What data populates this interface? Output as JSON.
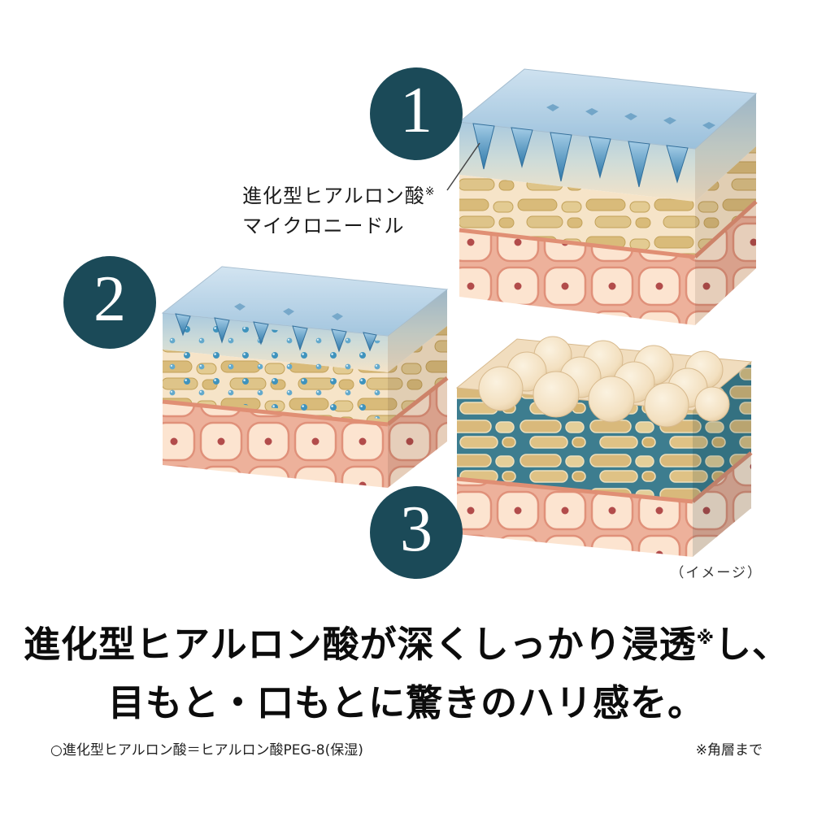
{
  "colors": {
    "background": "#ffffff",
    "step_circle": "#1b4a58",
    "step_number": "#ffffff",
    "headline_text": "#0c0c0c",
    "label_text": "#1b1b1b",
    "note_text": "#333333",
    "needle_blue": "#2d78a9",
    "skin_cream": "#f6e4c8",
    "lipid_tan": "#d9bb7a",
    "dermis_pink": "#edb19b",
    "plump_teal": "#3d7d8f"
  },
  "steps": [
    {
      "number": "1"
    },
    {
      "number": "2"
    },
    {
      "number": "3"
    }
  ],
  "needle_label": {
    "line1": "進化型ヒアルロン酸",
    "line1_sup": "※",
    "line2": "マイクロニードル"
  },
  "illustration_note": "（イメージ）",
  "headline": {
    "line1_main": "進化型ヒアルロン酸が深くしっかり浸透",
    "line1_sup": "※",
    "line1_tail": "し、",
    "line2": "目もと・口もとに驚きのハリ感を。"
  },
  "footnotes": {
    "left": "○進化型ヒアルロン酸＝ヒアルロン酸PEG-8(保湿)",
    "right": "※角層まで"
  }
}
